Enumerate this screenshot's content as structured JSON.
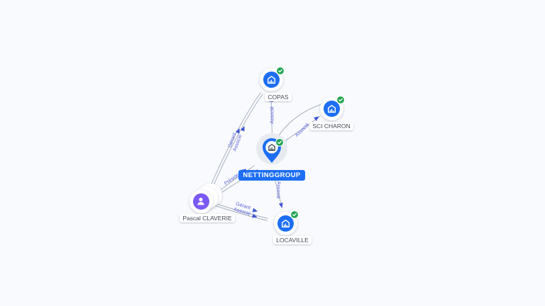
{
  "app": {
    "view": "company-relations-graph"
  },
  "colors": {
    "background": "#f8fafd",
    "company_node": "#1d6ef2",
    "person_node": "#7a5af5",
    "verified_badge": "#21a553",
    "edge_line": "#aab1bf",
    "edge_label": "#5a63d8",
    "arrowhead": "#3d55d2",
    "selected_label_bg": "#1d6ef2",
    "selected_label_text": "#ffffff",
    "node_label_text": "#434a57"
  },
  "nodes": [
    {
      "id": "copas",
      "type": "company",
      "label": "COPAS",
      "verified": true
    },
    {
      "id": "sci-charon",
      "type": "company",
      "label": "SCI CHARON",
      "verified": true
    },
    {
      "id": "nettinggroup",
      "type": "company-selected-pin",
      "label": "NETTINGGROUP",
      "verified": true
    },
    {
      "id": "pascal-claverie",
      "type": "person",
      "label": "Pascal CLAVERIE",
      "verified": false
    },
    {
      "id": "locaville",
      "type": "company",
      "label": "LOCAVILLE",
      "verified": true
    }
  ],
  "edges": [
    {
      "from": "NETTINGGROUP",
      "to": "COPAS",
      "labels": [
        "Associé"
      ]
    },
    {
      "from": "Pascal CLAVERIE",
      "to": "COPAS",
      "labels": [
        "Gérant",
        "Associé"
      ]
    },
    {
      "from": "NETTINGGROUP",
      "to": "SCI CHARON",
      "labels": [
        "Associé"
      ]
    },
    {
      "from": "Pascal CLAVERIE",
      "to": "NETTINGGROUP",
      "labels": [
        "Président"
      ]
    },
    {
      "from": "NETTINGGROUP",
      "to": "LOCAVILLE",
      "labels": [
        "Associé"
      ]
    },
    {
      "from": "Pascal CLAVERIE",
      "to": "LOCAVILLE",
      "labels": [
        "Gérant",
        "Associé"
      ]
    }
  ]
}
